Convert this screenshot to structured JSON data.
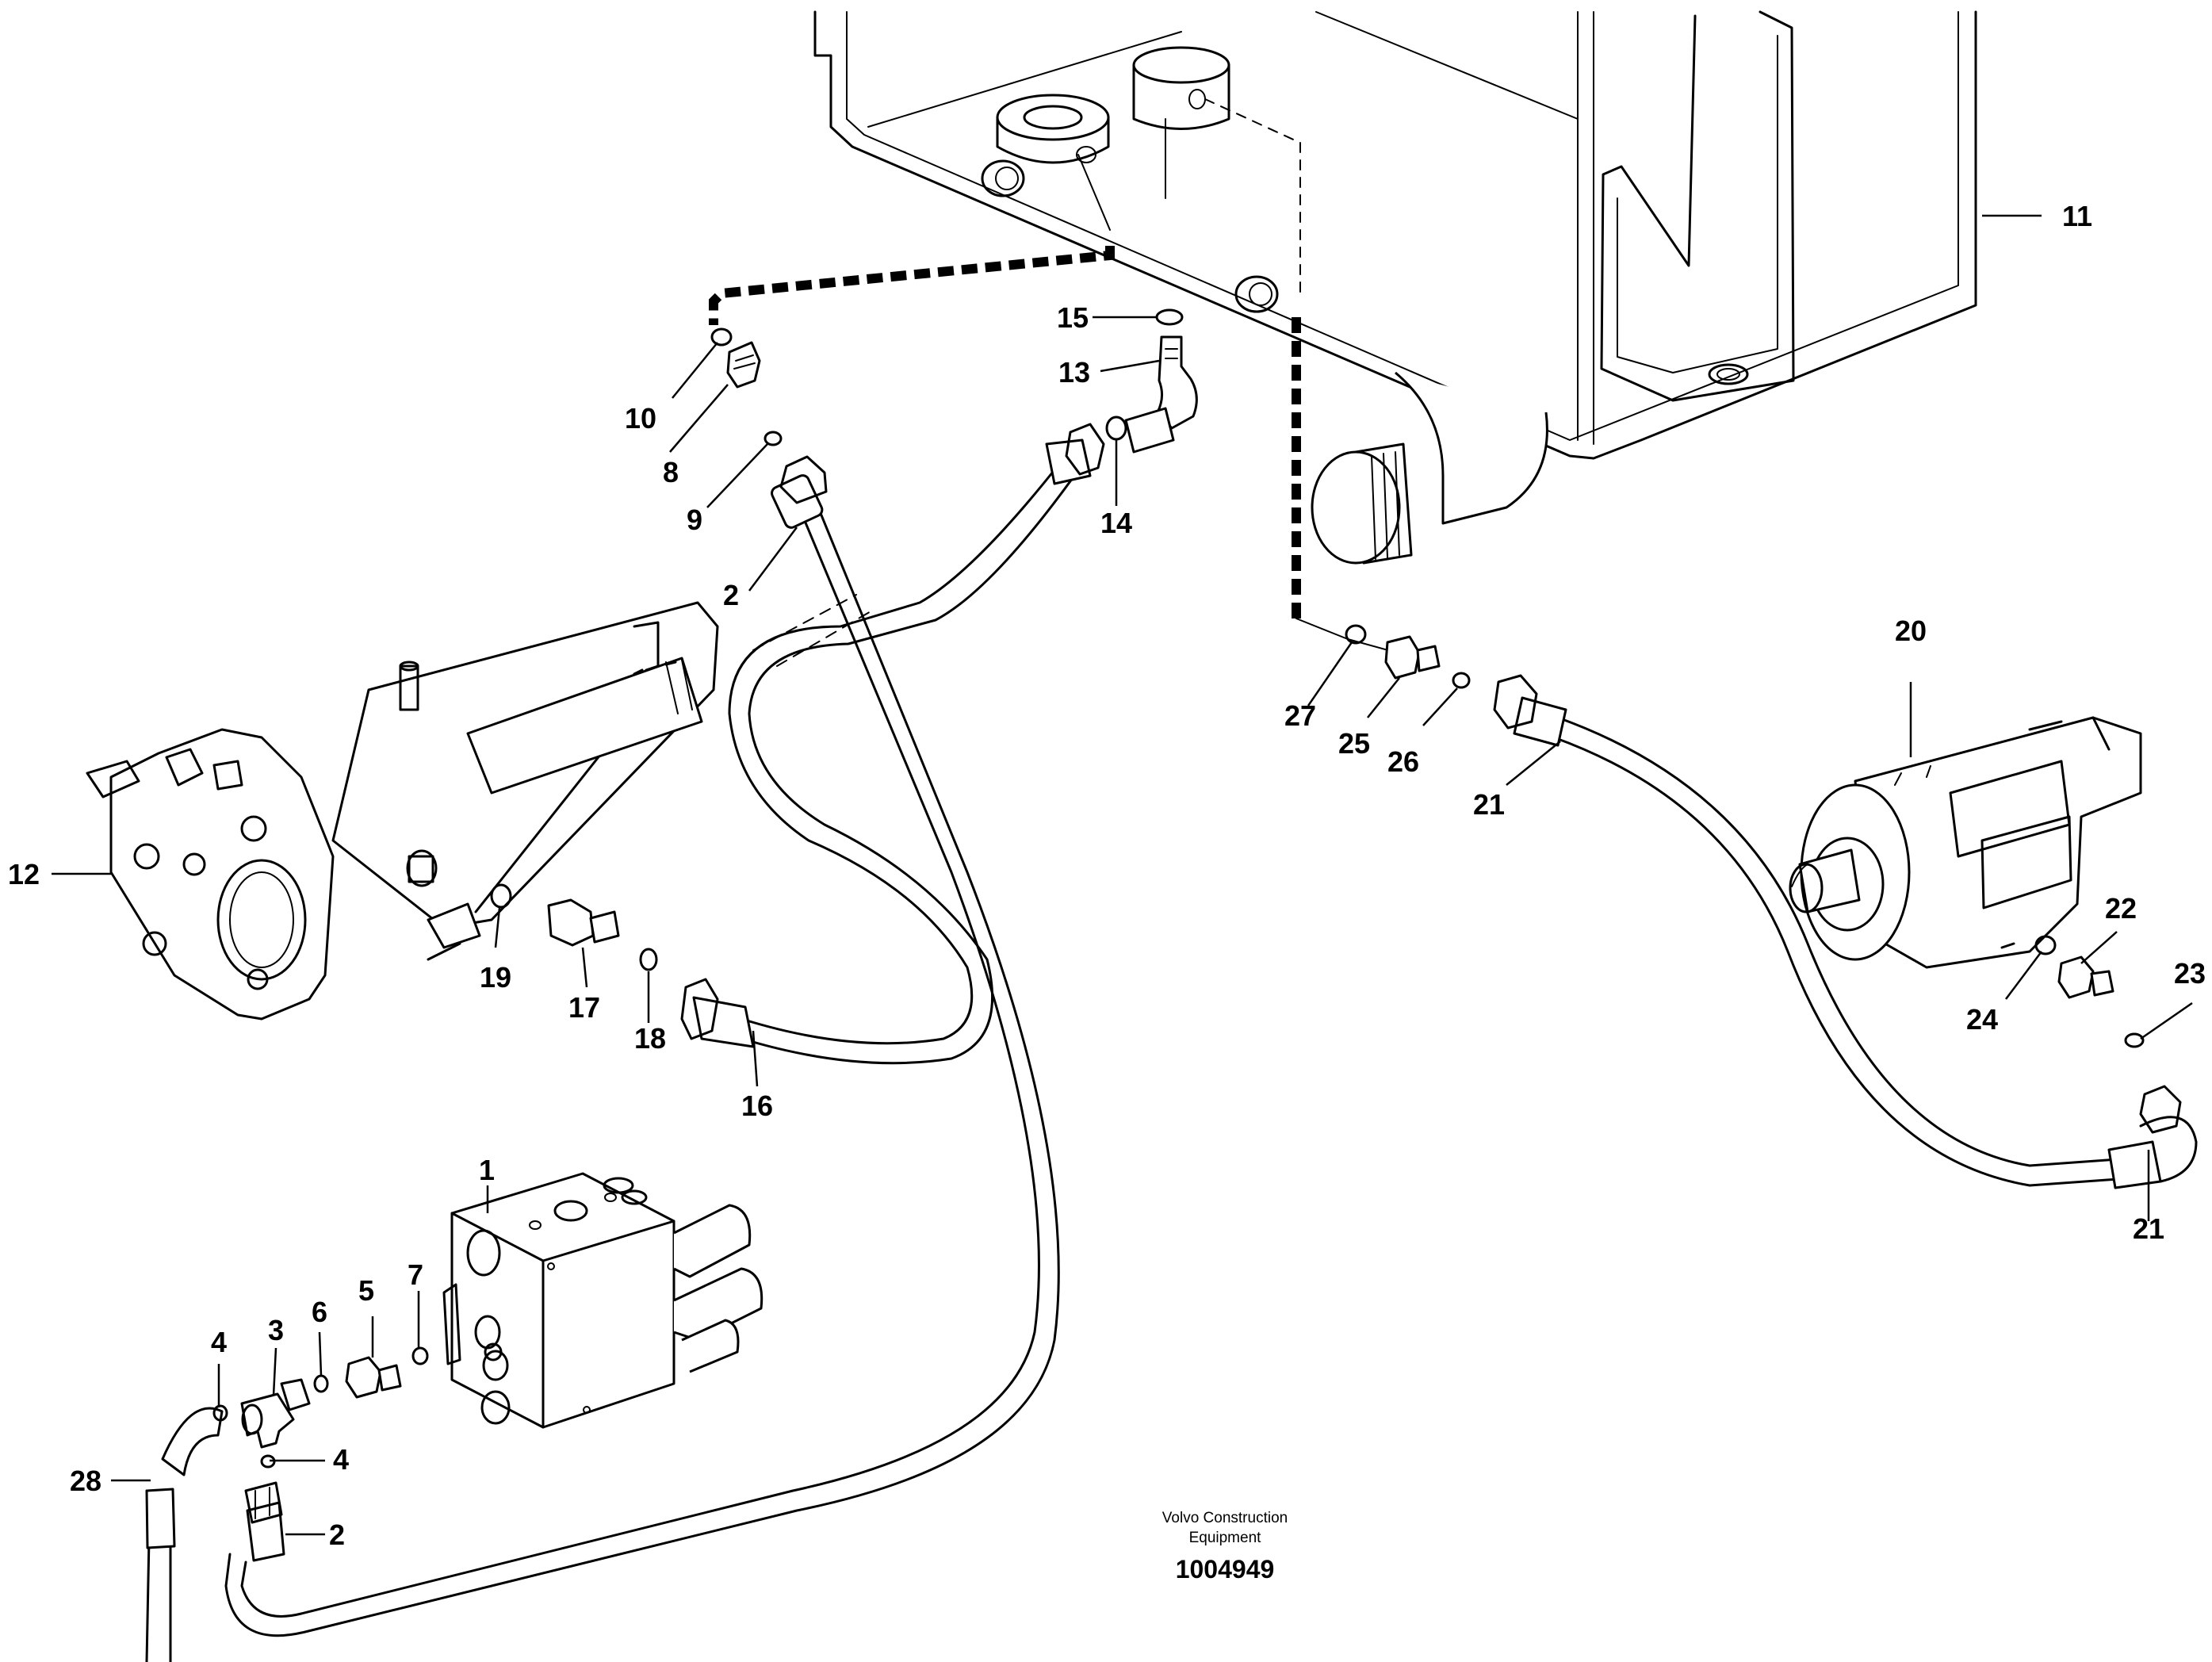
{
  "callouts": {
    "c1": "1",
    "c2a": "2",
    "c2b": "2",
    "c3": "3",
    "c4a": "4",
    "c4b": "4",
    "c5": "5",
    "c6": "6",
    "c7": "7",
    "c8": "8",
    "c9": "9",
    "c10": "10",
    "c11": "11",
    "c12": "12",
    "c13": "13",
    "c14": "14",
    "c15": "15",
    "c16": "16",
    "c17": "17",
    "c18": "18",
    "c19": "19",
    "c20": "20",
    "c21a": "21",
    "c21b": "21",
    "c22": "22",
    "c23": "23",
    "c24": "24",
    "c25": "25",
    "c26": "26",
    "c27": "27",
    "c28": "28"
  },
  "caption": {
    "line1": "Volvo Construction",
    "line2": "Equipment",
    "drawing_number": "1004949"
  }
}
